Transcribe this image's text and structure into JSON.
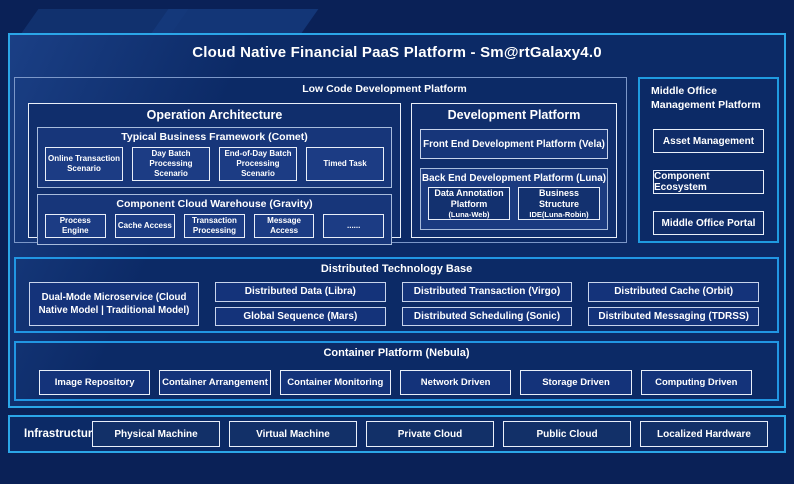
{
  "title": "Cloud Native Financial PaaS Platform - Sm@rtGalaxy4.0",
  "low_code": {
    "label": "Low Code Development Platform",
    "operation_architecture": {
      "title": "Operation Architecture",
      "comet": {
        "title": "Typical Business Framework (Comet)",
        "items": [
          "Online Transaction Scenario",
          "Day Batch Processing Scenario",
          "End-of-Day Batch Processing Scenario",
          "Timed Task"
        ]
      },
      "gravity": {
        "title": "Component Cloud Warehouse (Gravity)",
        "items": [
          "Process Engine",
          "Cache Access",
          "Transaction Processing",
          "Message Access",
          "......"
        ]
      }
    },
    "development_platform": {
      "title": "Development Platform",
      "front_end": "Front End Development Platform (Vela)",
      "back_end": {
        "title": "Back End Development Platform (Luna)",
        "items": [
          {
            "name": "Data Annotation Platform",
            "sub": "(Luna-Web)"
          },
          {
            "name": "Business Structure",
            "sub": "IDE(Luna-Robin)"
          }
        ]
      }
    }
  },
  "middle_office": {
    "label": "Middle Office Management Platform",
    "items": [
      "Asset Management",
      "Component Ecosystem",
      "Middle Office Portal"
    ]
  },
  "distributed_base": {
    "label": "Distributed Technology Base",
    "dual_mode": "Dual-Mode Microservice (Cloud Native Model | Traditional Model)",
    "row1": [
      "Distributed Data (Libra)",
      "Distributed Transaction (Virgo)",
      "Distributed Cache (Orbit)"
    ],
    "row2": [
      "Global Sequence (Mars)",
      "Distributed Scheduling (Sonic)",
      "Distributed Messaging (TDRSS)"
    ]
  },
  "container_platform": {
    "label": "Container Platform (Nebula)",
    "items": [
      "Image Repository",
      "Container Arrangement",
      "Container Monitoring",
      "Network Driven",
      "Storage Driven",
      "Computing Driven"
    ]
  },
  "infrastructure": {
    "label": "Infrastructure",
    "items": [
      "Physical Machine",
      "Virtual Machine",
      "Private Cloud",
      "Public Cloud",
      "Localized Hardware"
    ]
  },
  "colors": {
    "frame_border": "#2BA6E8",
    "section_border": "#2196E3",
    "box_border": "#E9EFF9",
    "page_bg": "#0A2157",
    "frame_bg": "#0C2A66",
    "box_fill": "#14337A"
  }
}
